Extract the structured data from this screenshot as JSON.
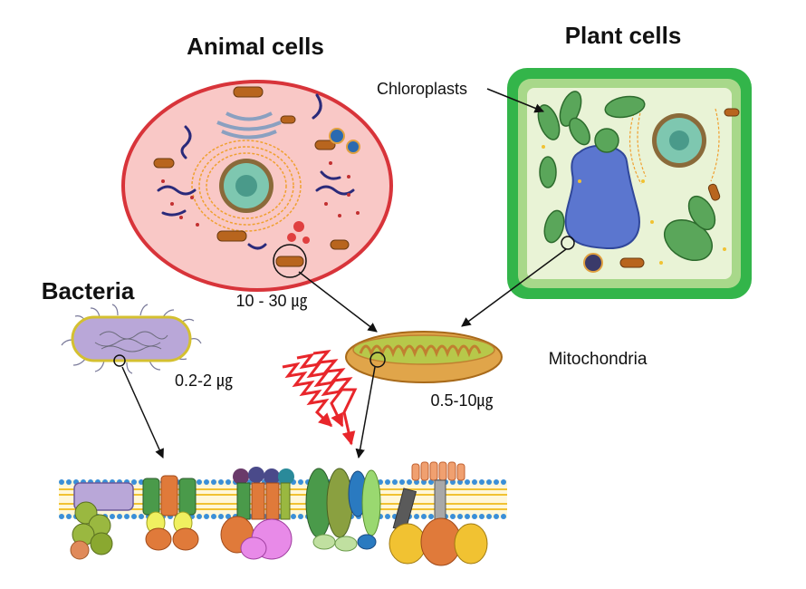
{
  "animal": {
    "title": "Animal cells",
    "size": "10 - 30 ㎍"
  },
  "plant": {
    "title": "Plant cells",
    "organelle_label": "Chloroplasts"
  },
  "bacteria": {
    "title": "Bacteria",
    "size": "0.2-2 ㎍"
  },
  "mito": {
    "label": "Mitochondria",
    "size": "0.5-10㎍"
  },
  "colors": {
    "animal_fill": "#f9c8c6",
    "animal_membrane": "#d8343a",
    "plant_wall": "#33b54a",
    "plant_cytoplasm": "#e9f3d6",
    "vacuole": "#5b76cf",
    "chloroplast": "#5aa65a",
    "mito_outer": "#e0a54a",
    "mito_inner": "#b7c84a",
    "bacteria_body": "#b9a7d8",
    "arrow_red": "#e8262b",
    "lipid_head": "#3a8fd8",
    "lipid_tail": "#f1c232"
  }
}
